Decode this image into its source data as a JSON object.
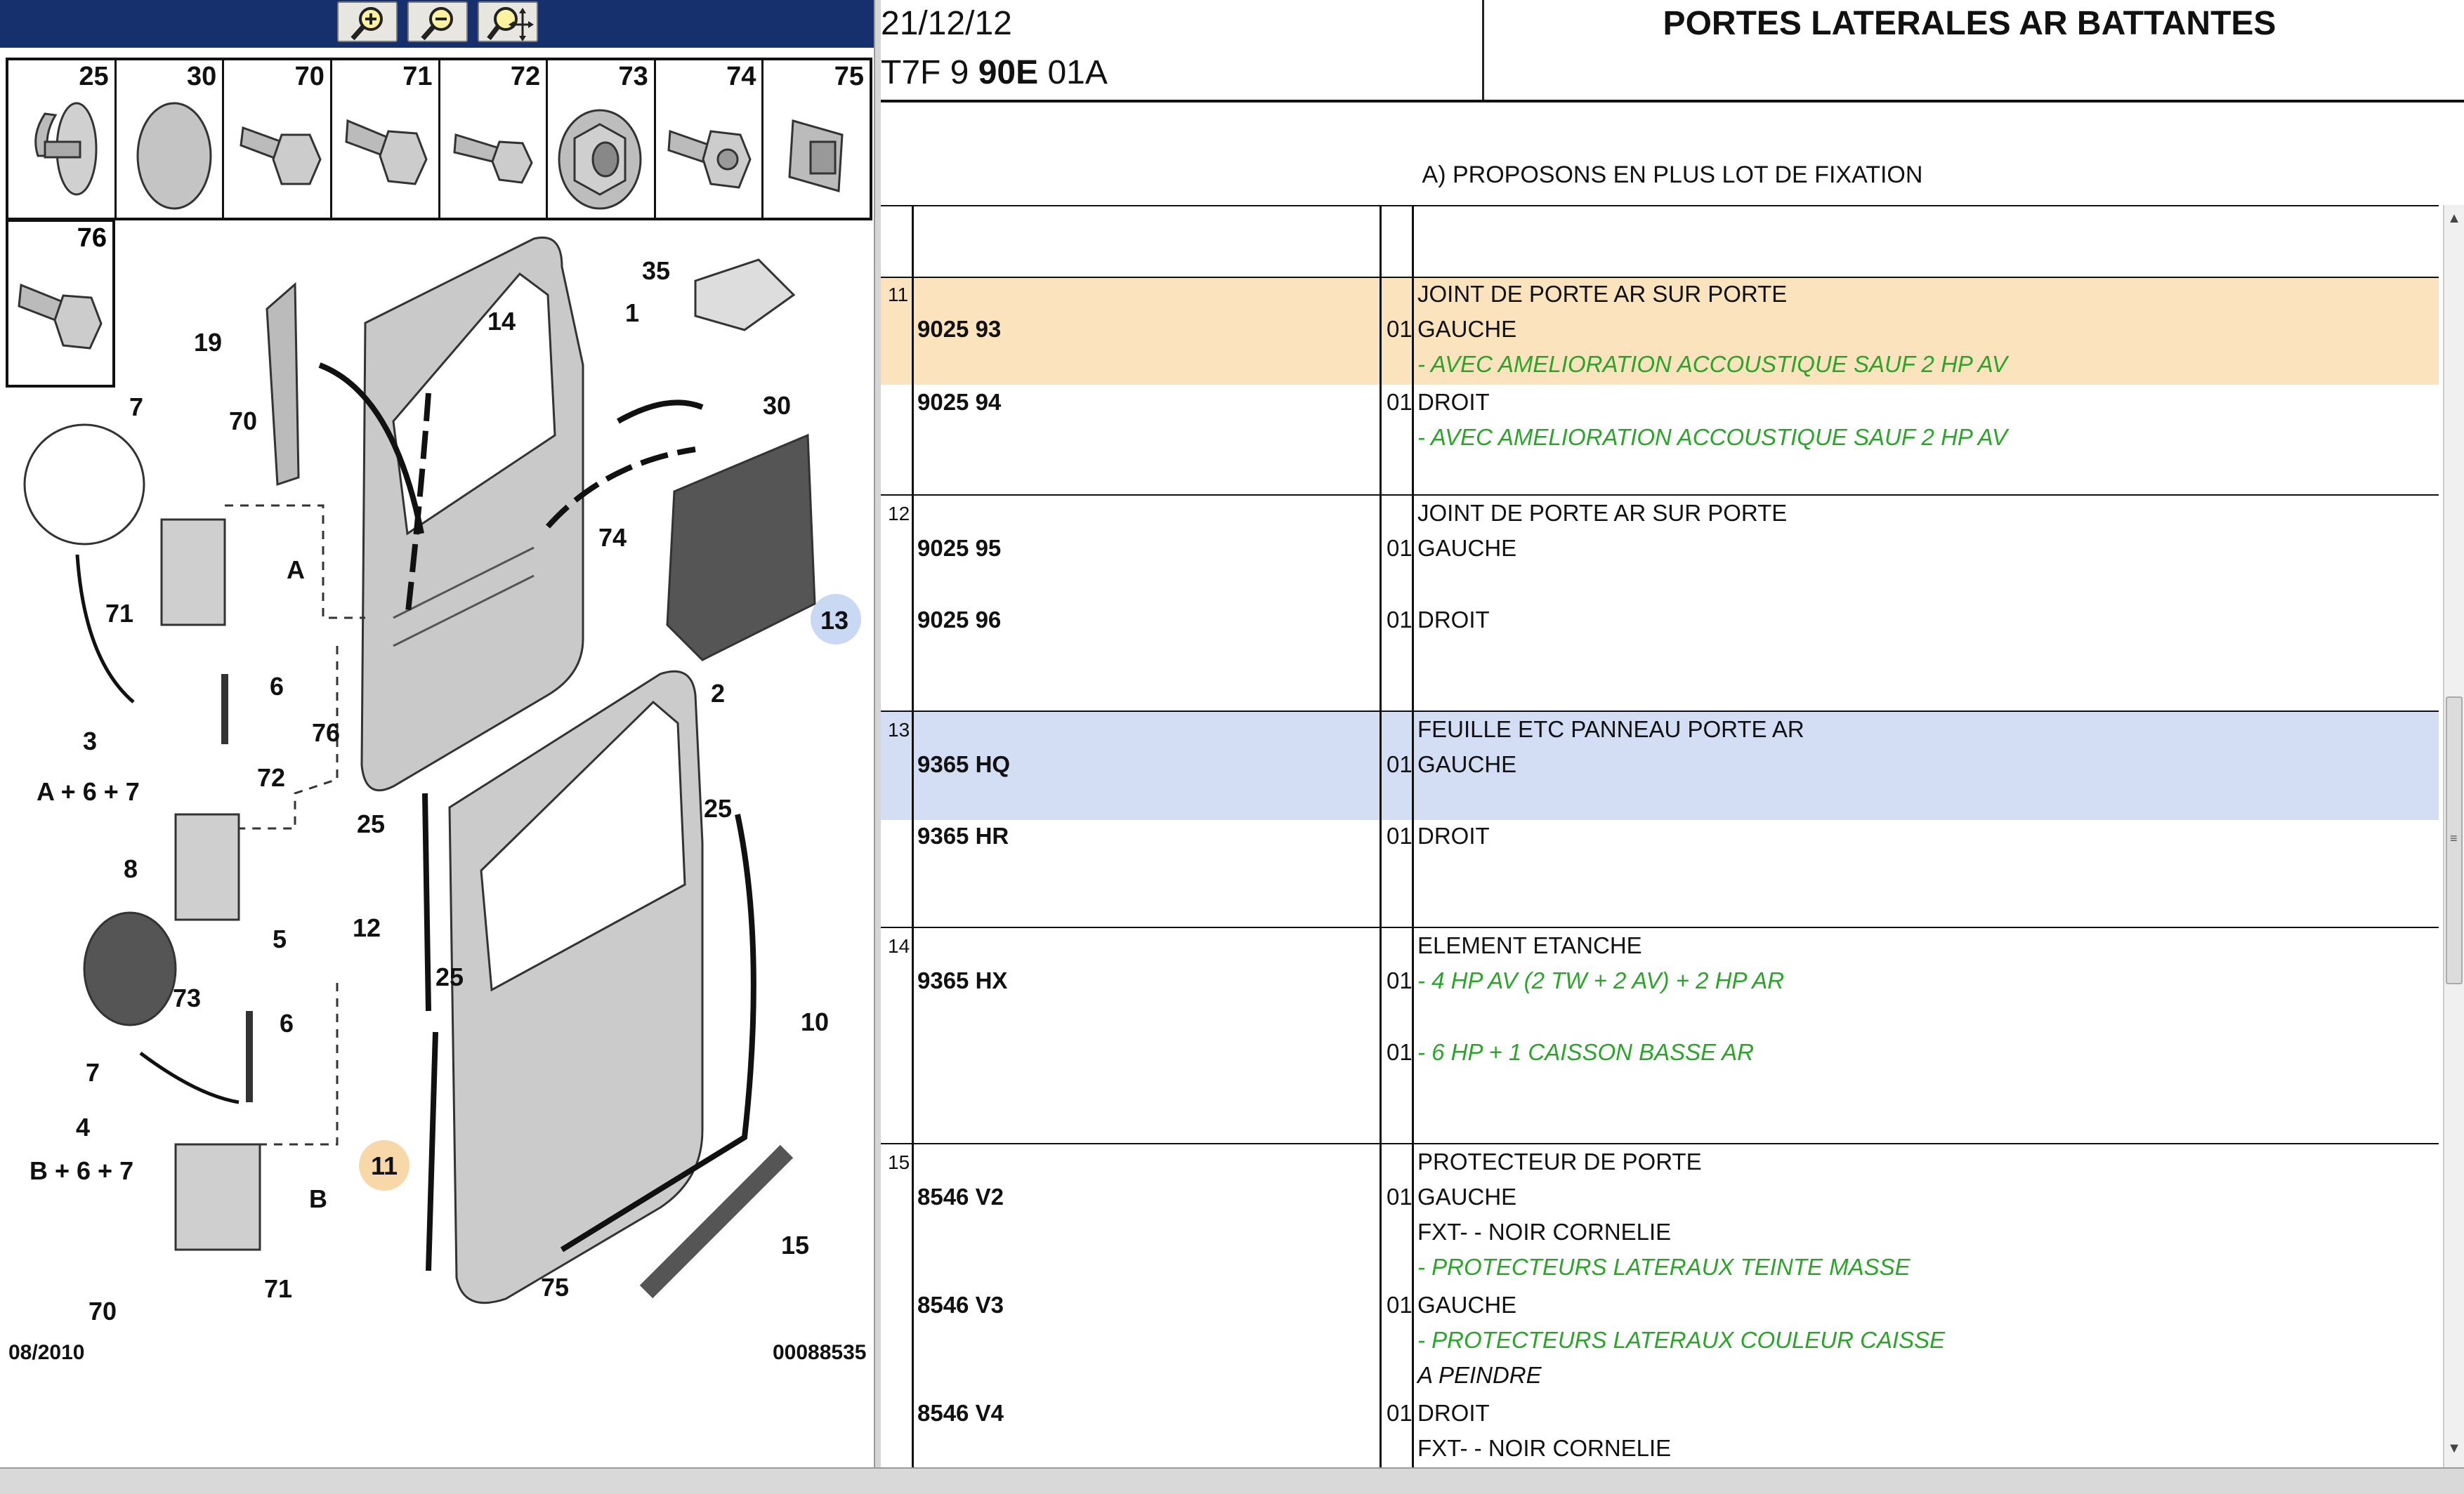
{
  "toolbar": {
    "zoom_in_icon": "magnifier-plus-icon",
    "zoom_out_icon": "magnifier-minus-icon",
    "pan_icon": "magnifier-move-icon",
    "background": "#16306e"
  },
  "thumbnails": [
    "25",
    "30",
    "70",
    "71",
    "72",
    "73",
    "74",
    "75",
    "76"
  ],
  "diagram": {
    "date": "08/2010",
    "id": "00088535",
    "labels": {
      "l1": "1",
      "l2": "2",
      "l3": "3",
      "l3f": "A + 6 + 7",
      "l4": "4",
      "l4f": "B + 6 + 7",
      "l5": "5",
      "l6a": "6",
      "l6b": "6",
      "l7a": "7",
      "l7b": "7",
      "l8": "8",
      "l10": "10",
      "l11": "11",
      "l12": "12",
      "l13": "13",
      "l14": "14",
      "l15": "15",
      "l19": "19",
      "l25a": "25",
      "l25b": "25",
      "l25c": "25",
      "l30": "30",
      "l35": "35",
      "l70a": "70",
      "l70b": "70",
      "l71a": "71",
      "l71b": "71",
      "l72": "72",
      "l73": "73",
      "l74": "74",
      "l75": "75",
      "l76": "76",
      "lA": "A",
      "lB": "B"
    },
    "highlight_colors": {
      "orange": "#f8d7a8",
      "blue": "#c9d8f3"
    }
  },
  "header": {
    "date": "21/12/12",
    "code_prefix": "T7F 9",
    "code_bold": "90E",
    "code_suffix": "01A",
    "title": "PORTES LATERALES AR BATTANTES",
    "note": "A) PROPOSONS EN PLUS LOT DE FIXATION"
  },
  "colors": {
    "row_orange": "#fae3bd",
    "row_blue": "#d3def5",
    "green_text": "#2aa52a"
  },
  "rows": {
    "g11": {
      "idx": "11",
      "title": "JOINT DE PORTE AR SUR PORTE",
      "ref1": "9025 93",
      "qty1": "01",
      "desc1": "GAUCHE",
      "note1": "- AVEC AMELIORATION ACCOUSTIQUE SAUF 2 HP AV",
      "ref2": "9025 94",
      "qty2": "01",
      "desc2": "DROIT",
      "note2": "- AVEC AMELIORATION ACCOUSTIQUE SAUF 2 HP AV"
    },
    "g12": {
      "idx": "12",
      "title": "JOINT DE PORTE AR SUR PORTE",
      "ref1": "9025 95",
      "qty1": "01",
      "desc1": "GAUCHE",
      "ref2": "9025 96",
      "qty2": "01",
      "desc2": "DROIT"
    },
    "g13": {
      "idx": "13",
      "title": "FEUILLE ETC PANNEAU PORTE AR",
      "ref1": "9365 HQ",
      "qty1": "01",
      "desc1": "GAUCHE",
      "ref2": "9365 HR",
      "qty2": "01",
      "desc2": "DROIT"
    },
    "g14": {
      "idx": "14",
      "title": "ELEMENT ETANCHE",
      "ref1": "9365 HX",
      "qty1": "01",
      "note1": "- 4 HP AV (2 TW + 2 AV) + 2 HP AR",
      "qty2": "01",
      "note2": "- 6 HP + 1 CAISSON BASSE AR"
    },
    "g15": {
      "idx": "15",
      "title": "PROTECTEUR DE PORTE",
      "ref1": "8546 V2",
      "qty1": "01",
      "desc1": "GAUCHE",
      "sub1": "FXT- - NOIR CORNELIE",
      "note1": "- PROTECTEURS LATERAUX TEINTE MASSE",
      "ref2": "8546 V3",
      "qty2": "01",
      "desc2": "GAUCHE",
      "note2": "- PROTECTEURS LATERAUX COULEUR CAISSE",
      "sub2": "A PEINDRE",
      "ref3": "8546 V4",
      "qty3": "01",
      "desc3": "DROIT",
      "sub3": "FXT- - NOIR CORNELIE"
    }
  },
  "scrollbar": {
    "up_icon": "▲",
    "down_icon": "▼",
    "grip": "≡"
  }
}
